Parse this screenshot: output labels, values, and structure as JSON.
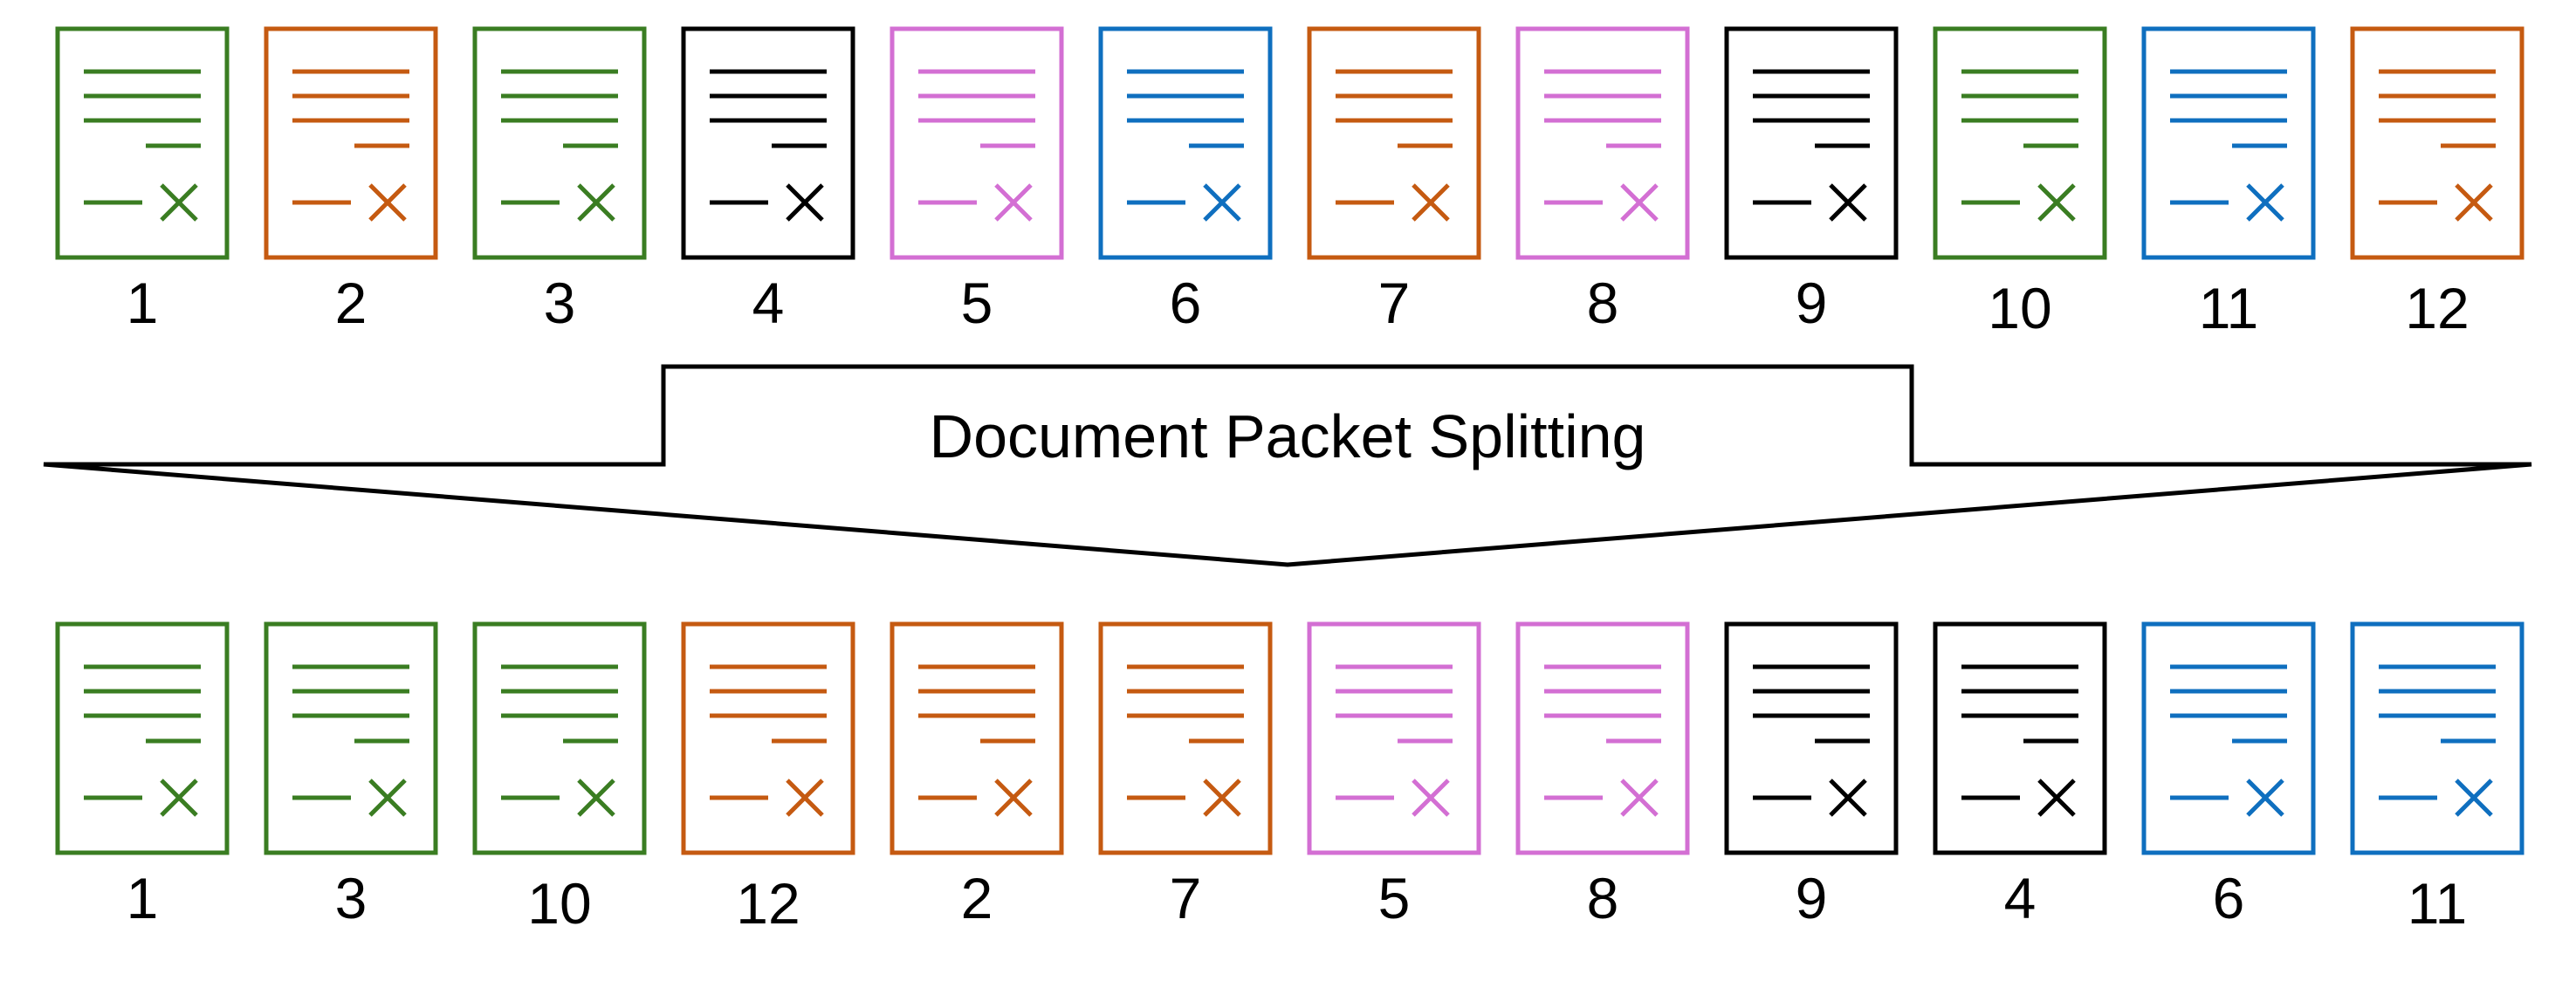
{
  "colors": {
    "green": "#3a7d22",
    "orange": "#c55a11",
    "black": "#000000",
    "pink": "#d36fd3",
    "blue": "#0f6fbf"
  },
  "input_row": {
    "pages": [
      {
        "label": "1",
        "color": "green"
      },
      {
        "label": "2",
        "color": "orange"
      },
      {
        "label": "3",
        "color": "green"
      },
      {
        "label": "4",
        "color": "black"
      },
      {
        "label": "5",
        "color": "pink"
      },
      {
        "label": "6",
        "color": "blue"
      },
      {
        "label": "7",
        "color": "orange"
      },
      {
        "label": "8",
        "color": "pink"
      },
      {
        "label": "9",
        "color": "black"
      },
      {
        "label": "10",
        "color": "green"
      },
      {
        "label": "11",
        "color": "blue"
      },
      {
        "label": "12",
        "color": "orange"
      }
    ]
  },
  "arrow": {
    "label": "Document Packet Splitting"
  },
  "output_row": {
    "pages": [
      {
        "label": "1",
        "color": "green"
      },
      {
        "label": "3",
        "color": "green"
      },
      {
        "label": "10",
        "color": "green"
      },
      {
        "label": "12",
        "color": "orange"
      },
      {
        "label": "2",
        "color": "orange"
      },
      {
        "label": "7",
        "color": "orange"
      },
      {
        "label": "5",
        "color": "pink"
      },
      {
        "label": "8",
        "color": "pink"
      },
      {
        "label": "9",
        "color": "black"
      },
      {
        "label": "4",
        "color": "black"
      },
      {
        "label": "6",
        "color": "blue"
      },
      {
        "label": "11",
        "color": "blue"
      }
    ]
  }
}
